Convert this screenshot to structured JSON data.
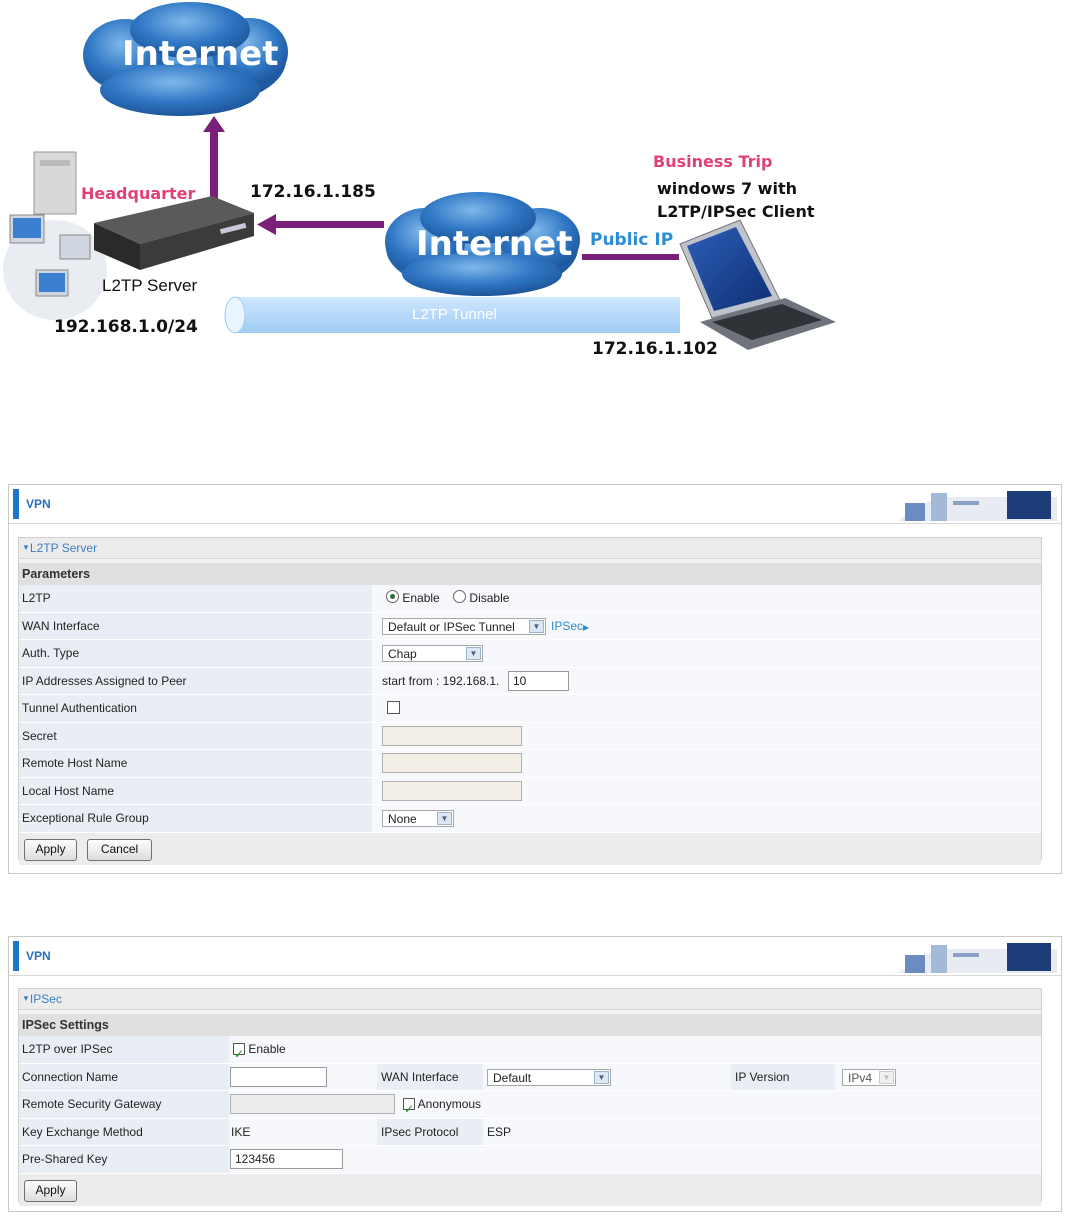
{
  "diagram": {
    "cloud_top": "Internet",
    "cloud_mid": "Internet",
    "headquarter": "Headquarter",
    "wan_ip": "172.16.1.185",
    "server_label": "L2TP Server",
    "lan_subnet": "192.168.1.0/24",
    "business_trip": "Business Trip",
    "client_line1": "windows 7 with",
    "client_line2": "L2TP/IPSec Client",
    "public_ip": "Public IP",
    "tunnel": "L2TP Tunnel",
    "client_ip": "172.16.1.102",
    "colors": {
      "arrow": "#7a1f7a",
      "cloud": "#2a6fbf",
      "tunnel": "#bfe0ff"
    }
  },
  "l2tp_panel": {
    "title": "VPN",
    "section": "L2TP Server",
    "params_header": "Parameters",
    "rows": {
      "l2tp": {
        "label": "L2TP",
        "enable": "Enable",
        "disable": "Disable"
      },
      "wan": {
        "label": "WAN Interface",
        "value": "Default or IPSec Tunnel",
        "link": "IPSec"
      },
      "auth": {
        "label": "Auth. Type",
        "value": "Chap"
      },
      "ip": {
        "label": "IP Addresses Assigned to Peer",
        "prefix": "start from : 192.168.1.",
        "value": "10"
      },
      "tunnel_auth": {
        "label": "Tunnel Authentication"
      },
      "secret": {
        "label": "Secret"
      },
      "remote": {
        "label": "Remote Host Name"
      },
      "local": {
        "label": "Local Host Name"
      },
      "exc": {
        "label": "Exceptional Rule Group",
        "value": "None"
      }
    },
    "apply": "Apply",
    "cancel": "Cancel"
  },
  "ipsec_panel": {
    "title": "VPN",
    "section": "IPSec",
    "settings_header": "IPSec Settings",
    "rows": {
      "over": {
        "label": "L2TP over IPSec",
        "enable": "Enable"
      },
      "conn": {
        "label": "Connection Name",
        "value": "",
        "wan_label": "WAN Interface",
        "wan_value": "Default",
        "ipver_label": "IP Version",
        "ipver_value": "IPv4"
      },
      "gw": {
        "label": "Remote Security Gateway",
        "anon": "Anonymous"
      },
      "kex": {
        "label": "Key Exchange Method",
        "value": "IKE",
        "proto_label": "IPsec Protocol",
        "proto_value": "ESP"
      },
      "psk": {
        "label": "Pre-Shared Key",
        "value": "123456"
      }
    },
    "apply": "Apply"
  }
}
